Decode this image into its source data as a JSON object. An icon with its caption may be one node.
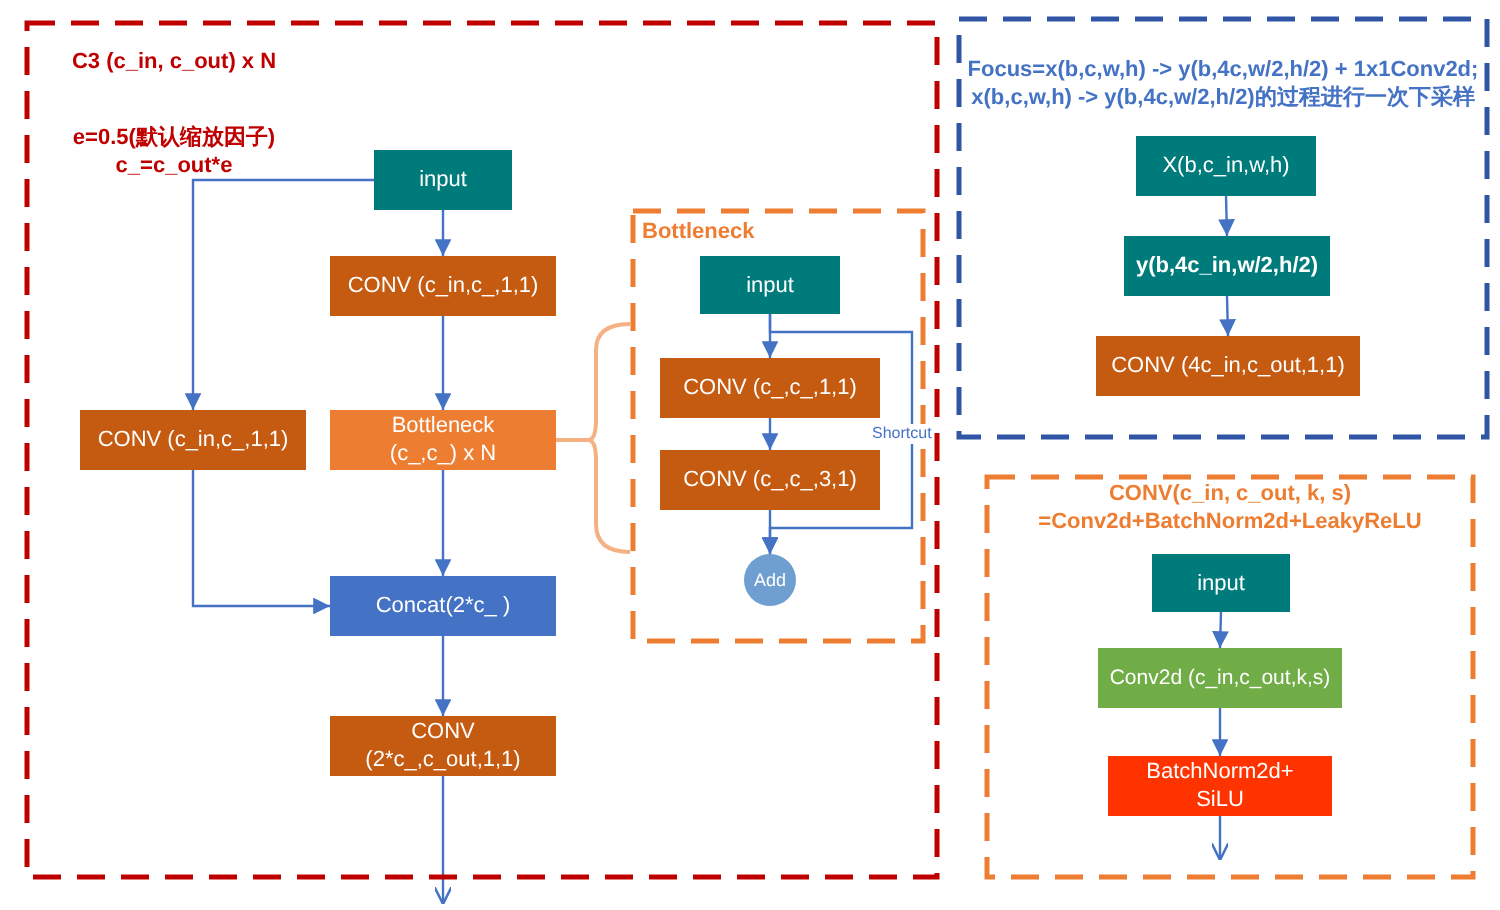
{
  "diagram": {
    "nodes": [
      {
        "text": [
          "C3 (c_in, c_out) x N",
          "e=0.5(默认缩放因子) c_=c_out*e"
        ]
      },
      {
        "text": [
          "input"
        ],
        "in": 0
      },
      {
        "text": [
          "CONV (c_in,c_,1,1)"
        ],
        "in": 0
      },
      {
        "text": [
          "CONV (c_in,c_,1,1)"
        ],
        "in": 0
      },
      {
        "text": [
          "Bottleneck (c_,c_) x N"
        ],
        "in": 0
      },
      {
        "text": [
          "Concat(2*c_ )"
        ],
        "in": 0
      },
      {
        "text": [
          "CONV (2*c_,c_out,1,1)"
        ],
        "in": 0
      },
      {
        "text": [
          "Bottleneck"
        ],
        "in": 0
      },
      {
        "text": [
          "input"
        ],
        "in": 7
      },
      {
        "text": [
          "CONV (c_,c_,1,1)"
        ],
        "in": 7
      },
      {
        "text": [
          "CONV (c_,c_,3,1)"
        ],
        "in": 7
      },
      {
        "text": [
          "Add"
        ],
        "in": 7
      },
      {
        "text": [
          "Focus=x(b,c,w,h) -> y(b,4c,w/2,h/2) + 1x1Conv2d; x(b,c,w,h) -> y(b,4c,w/2,h/2)的过程进行一次下采样"
        ]
      },
      {
        "text": [
          "X(b,c_in,w,h)"
        ],
        "in": 12
      },
      {
        "text": [
          "y(b,4c_in,w/2,h/2)"
        ],
        "in": 12
      },
      {
        "text": [
          "CONV (4c_in,c_out,1,1)"
        ],
        "in": 12
      },
      {
        "text": [
          "CONV(c_in, c_out, k, s) =Conv2d+BatchNorm2d+LeakyReLU"
        ]
      },
      {
        "text": [
          "input"
        ],
        "in": 16
      },
      {
        "text": [
          "Conv2d (c_in,c_out,k,s)"
        ],
        "in": 16
      },
      {
        "text": [
          "BatchNorm2d+ SiLU"
        ],
        "in": 16
      }
    ],
    "edges": [
      {
        "from": 1,
        "to": 2,
        "arrow": "to"
      },
      {
        "from": 1,
        "to": 3,
        "arrow": "to"
      },
      {
        "from": 2,
        "to": 4,
        "arrow": "to"
      },
      {
        "from": 4,
        "to": 5,
        "arrow": "to"
      },
      {
        "from": 3,
        "to": 5,
        "arrow": "to"
      },
      {
        "from": 5,
        "to": 6,
        "arrow": "to"
      },
      {
        "from": 6,
        "to": null,
        "arrow": "to"
      },
      {
        "from": 8,
        "to": 9,
        "arrow": "to"
      },
      {
        "from": 9,
        "to": 10,
        "arrow": "to"
      },
      {
        "from": 10,
        "to": 11,
        "arrow": "to"
      },
      {
        "from": 8,
        "to": 11,
        "arrow": "to",
        "label": "Shortcut"
      },
      {
        "from": 13,
        "to": 14,
        "arrow": "to"
      },
      {
        "from": 14,
        "to": 15,
        "arrow": "to"
      },
      {
        "from": 17,
        "to": 18,
        "arrow": "to"
      },
      {
        "from": 18,
        "to": 19,
        "arrow": "to"
      },
      {
        "from": 19,
        "to": null,
        "arrow": "to"
      },
      {
        "from": 4,
        "to": 7,
        "arrow": "none",
        "color": "#f4b183"
      }
    ]
  }
}
